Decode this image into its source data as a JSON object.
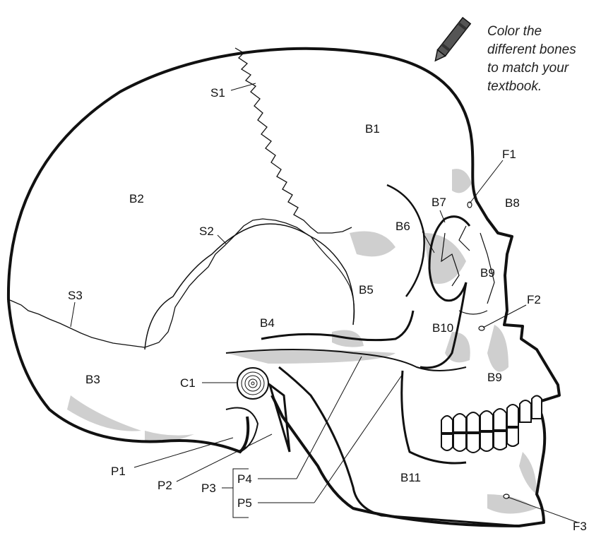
{
  "instruction": {
    "lines": [
      "Color the",
      "different bones",
      "to match your",
      "textbook."
    ]
  },
  "icons": {
    "crayon": "crayon-icon"
  },
  "labels": {
    "S1": "S1",
    "S2": "S2",
    "S3": "S3",
    "B1": "B1",
    "B2": "B2",
    "B3": "B3",
    "B4": "B4",
    "B5": "B5",
    "B6": "B6",
    "B7": "B7",
    "B8": "B8",
    "B9_upper": "B9",
    "B9_lower": "B9",
    "B10": "B10",
    "B11": "B11",
    "F1": "F1",
    "F2": "F2",
    "F3": "F3",
    "C1": "C1",
    "P1": "P1",
    "P2": "P2",
    "P3": "P3",
    "P4": "P4",
    "P5": "P5"
  },
  "colors": {
    "line": "#111111",
    "shade": "#c8c8c8",
    "shade_dark": "#a9a9a9",
    "crayon": "#555555"
  }
}
